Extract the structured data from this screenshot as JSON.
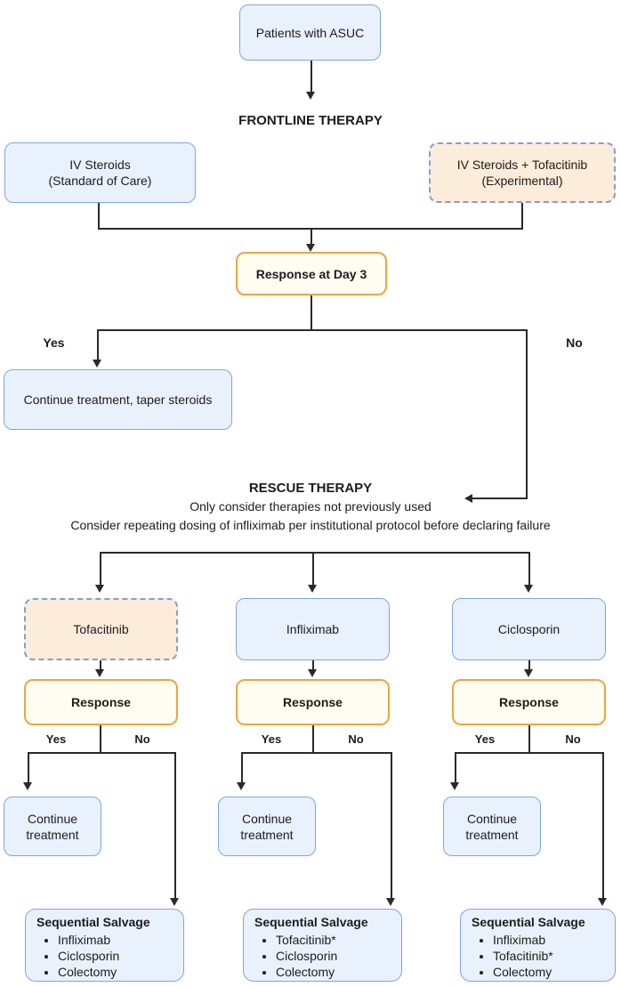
{
  "palette": {
    "blue_fill": "#e9f1fc",
    "blue_border": "#7ea7da",
    "peach_fill": "#fcecda",
    "peach_dash_border": "#7f9fd8",
    "cream_fill": "#fffdf2",
    "orange_border": "#f0a43f",
    "line_color": "#2a2a2a",
    "text_color": "#1c1c1c"
  },
  "top": {
    "start_label": "Patients with ASUC",
    "frontline_heading": "FRONTLINE THERAPY",
    "iv_steroids_line1": "IV Steroids",
    "iv_steroids_line2": "(Standard of Care)",
    "iv_tofacitinib_line1": "IV Steroids + Tofacitinib",
    "iv_tofacitinib_line2": "(Experimental)",
    "response_day3_label": "Response at Day 3",
    "yes_label": "Yes",
    "no_label": "No",
    "continue_taper_label": "Continue treatment, taper steroids"
  },
  "rescue": {
    "heading": "RESCUE THERAPY",
    "line1": "Only consider therapies not previously used",
    "line2": "Consider repeating dosing of infliximab per institutional protocol before declaring failure"
  },
  "branches": [
    {
      "drug": "Tofacitinib",
      "response_label": "Response",
      "yes_label": "Yes",
      "no_label": "No",
      "continue_line1": "Continue",
      "continue_line2": "treatment",
      "salvage_heading": "Sequential Salvage",
      "salvage_items": [
        "Infliximab",
        "Ciclosporin",
        "Colectomy"
      ]
    },
    {
      "drug": "Infliximab",
      "response_label": "Response",
      "yes_label": "Yes",
      "no_label": "No",
      "continue_line1": "Continue",
      "continue_line2": "treatment",
      "salvage_heading": "Sequential Salvage",
      "salvage_items": [
        "Tofacitinib*",
        "Ciclosporin",
        "Colectomy"
      ]
    },
    {
      "drug": "Ciclosporin",
      "response_label": "Response",
      "yes_label": "Yes",
      "no_label": "No",
      "continue_line1": "Continue",
      "continue_line2": "treatment",
      "salvage_heading": "Sequential Salvage",
      "salvage_items": [
        "Infliximab",
        "Tofacitinib*",
        "Colectomy"
      ]
    }
  ]
}
